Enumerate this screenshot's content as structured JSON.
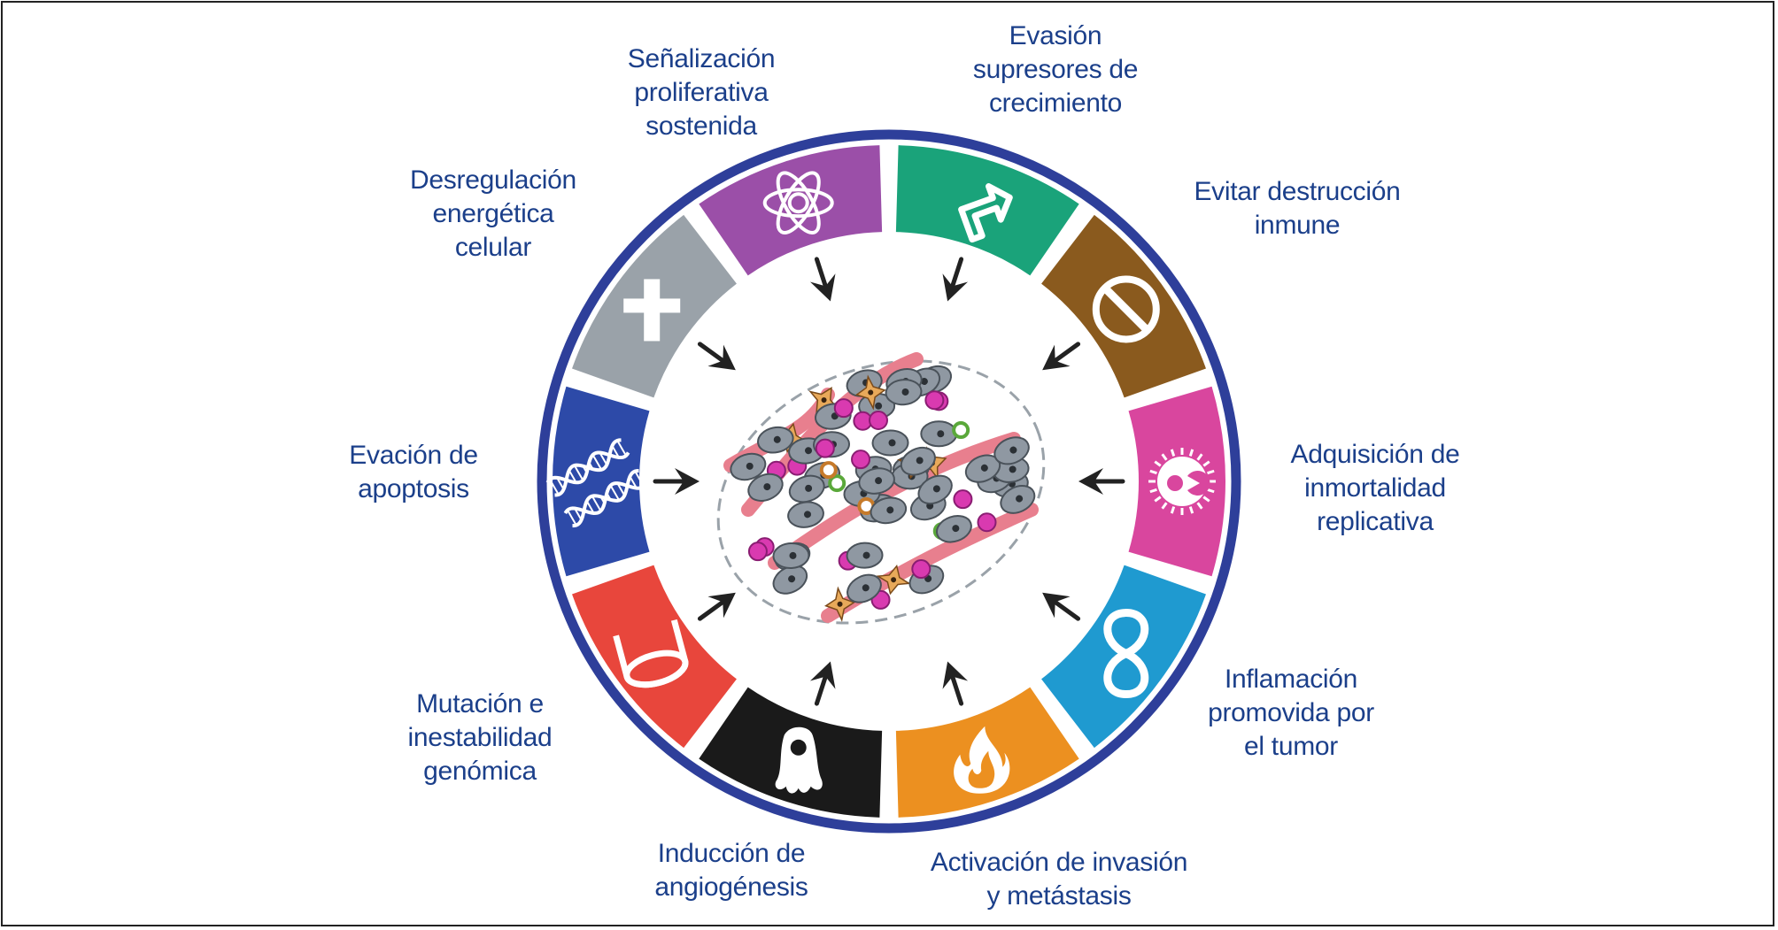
{
  "hallmarks": [
    {
      "id": "sustained-proliferative-signaling",
      "label": "Señalización\nproliferativa\nsostenida",
      "color": "#1aa37a",
      "icon": "bent-arrow-icon"
    },
    {
      "id": "evading-growth-suppressors",
      "label": "Evasión\nsupresores de\ncrecimiento",
      "color": "#8a5a1e",
      "icon": "prohibition-sign-icon"
    },
    {
      "id": "avoiding-immune-destruction",
      "label": "Evitar destrucción\ninmune",
      "color": "#d9469e",
      "icon": "immune-cell-icon"
    },
    {
      "id": "replicative-immortality",
      "label": "Adquisición de\ninmortalidad\nreplicativa",
      "color": "#1f9ad0",
      "icon": "infinity-icon"
    },
    {
      "id": "tumor-promoting-inflammation",
      "label": "Inflamación\npromovida por\nel tumor",
      "color": "#ec9020",
      "icon": "flame-icon"
    },
    {
      "id": "invasion-metastasis",
      "label": "Activación de invasión\ny metástasis",
      "color": "#1a1a1a",
      "icon": "migrating-cell-icon"
    },
    {
      "id": "angiogenesis",
      "label": "Inducción de\nangiogénesis",
      "color": "#e8463c",
      "icon": "blood-vessel-icon"
    },
    {
      "id": "genome-instability",
      "label": "Mutación e\ninestabilidad\ngenómica",
      "color": "#2d4aa8",
      "icon": "dna-helix-icon"
    },
    {
      "id": "resisting-cell-death",
      "label": "Evación de\napoptosis",
      "color": "#9aa2a9",
      "icon": "cross-icon"
    },
    {
      "id": "deregulating-energetics",
      "label": "Desregulación\nenergética\ncelular",
      "color": "#9b4fa8",
      "icon": "atom-icon"
    }
  ],
  "colors": {
    "ring_border": "#2e3f9a",
    "label_text": "#1b3f8a",
    "arrow": "#222222",
    "tumor_stroma": "#e87f8e",
    "tumor_cell": "#8f98a2"
  }
}
